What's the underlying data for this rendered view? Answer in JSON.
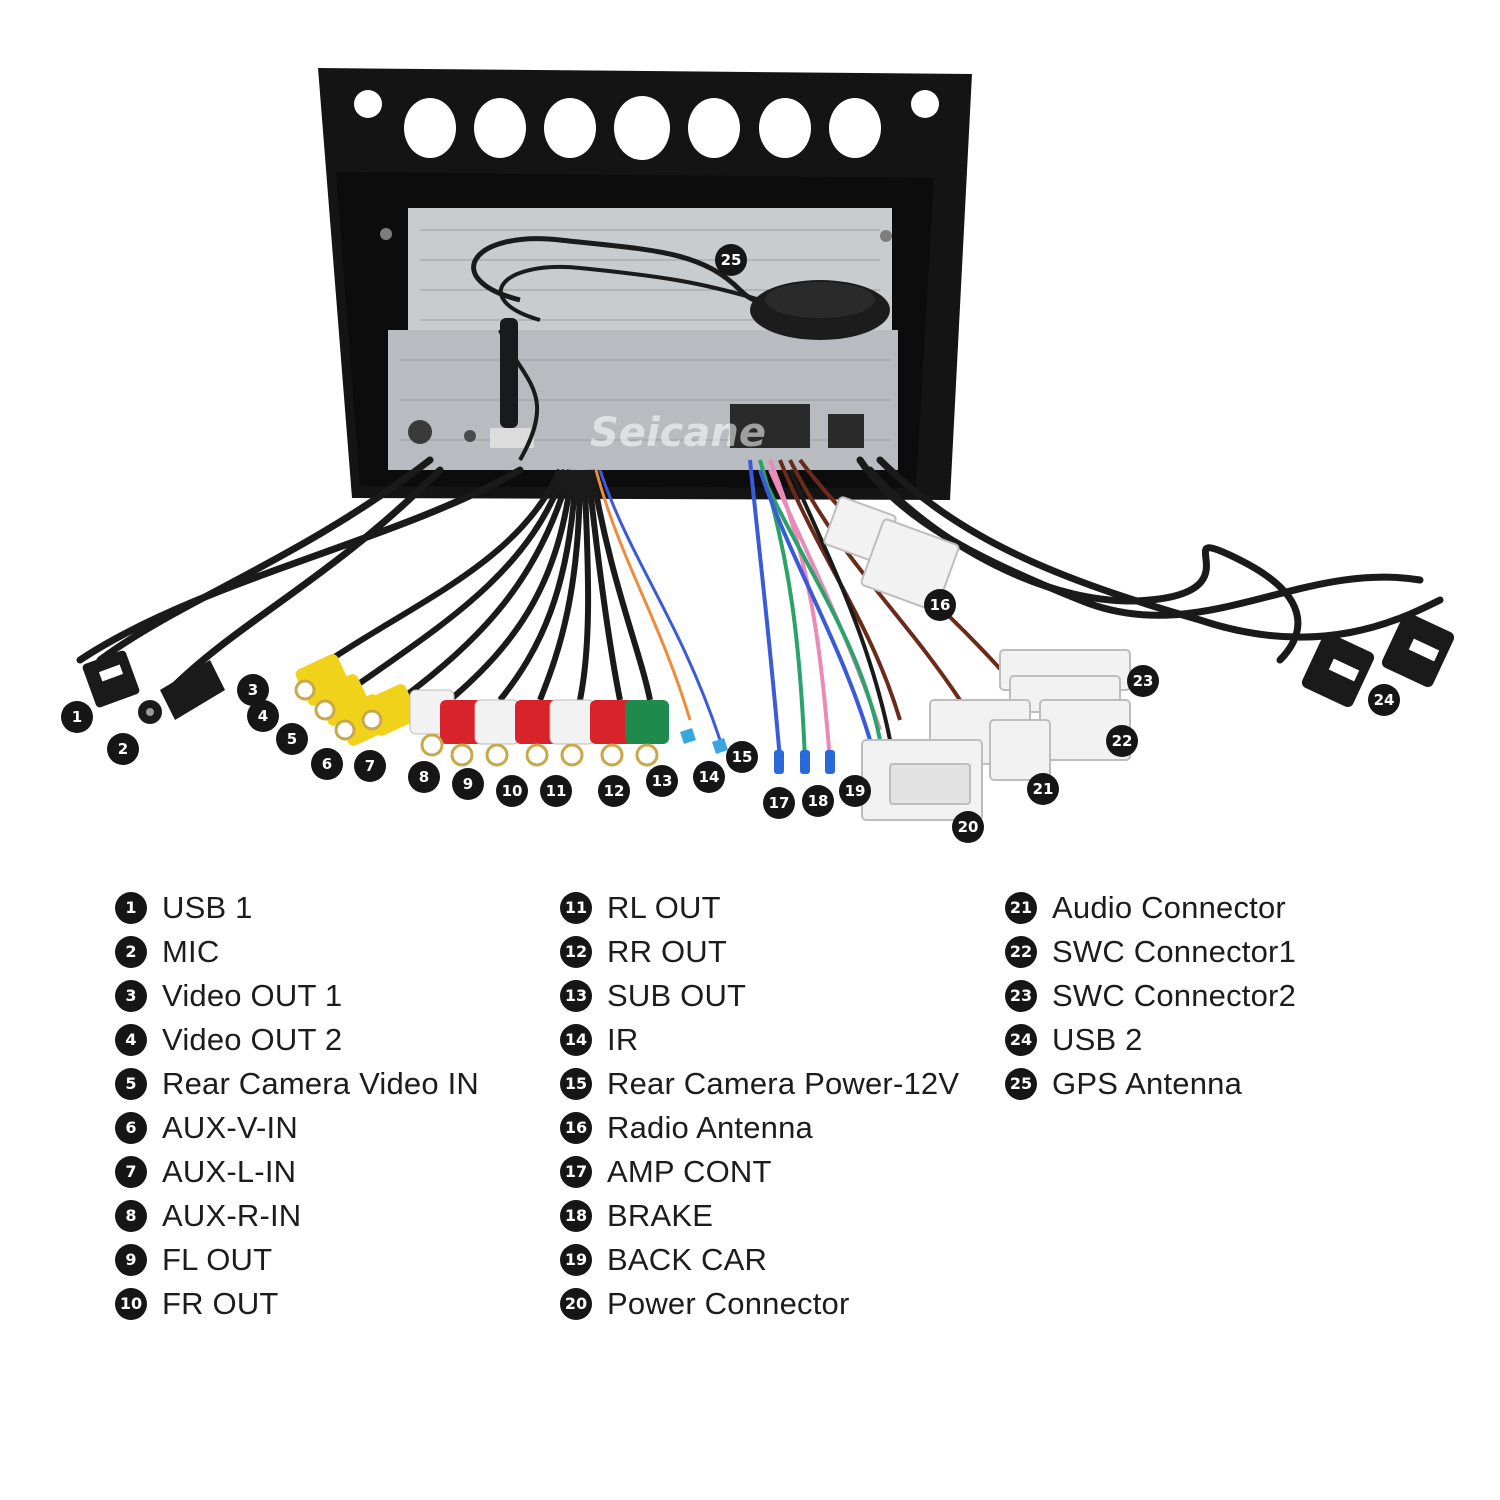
{
  "watermark": "Seicane",
  "colors": {
    "badge": "#161616",
    "frame": "#141414",
    "chassis": "#b8bcc0",
    "cable": "#1a1a1a",
    "rca_yellow": "#f1d21a",
    "rca_white": "#f2f2f2",
    "rca_red": "#d8232a",
    "rca_green": "#1e8a4c",
    "wire_blue": "#3a5bd8",
    "wire_green": "#2aa36a",
    "wire_pink": "#e98ab8",
    "wire_brown": "#6b2a1a",
    "wire_orange": "#ef8b3a"
  },
  "callouts": [
    "1",
    "2",
    "3",
    "4",
    "5",
    "6",
    "7",
    "8",
    "9",
    "10",
    "11",
    "12",
    "13",
    "14",
    "15",
    "16",
    "17",
    "18",
    "19",
    "20",
    "21",
    "22",
    "23",
    "24",
    "25"
  ],
  "legend": [
    {
      "num": "1",
      "label": "USB 1"
    },
    {
      "num": "2",
      "label": "MIC"
    },
    {
      "num": "3",
      "label": "Video OUT 1"
    },
    {
      "num": "4",
      "label": "Video OUT 2"
    },
    {
      "num": "5",
      "label": "Rear Camera Video IN"
    },
    {
      "num": "6",
      "label": "AUX-V-IN"
    },
    {
      "num": "7",
      "label": "AUX-L-IN"
    },
    {
      "num": "8",
      "label": "AUX-R-IN"
    },
    {
      "num": "9",
      "label": "FL OUT"
    },
    {
      "num": "10",
      "label": "FR OUT"
    },
    {
      "num": "11",
      "label": "RL OUT"
    },
    {
      "num": "12",
      "label": "RR OUT"
    },
    {
      "num": "13",
      "label": "SUB OUT"
    },
    {
      "num": "14",
      "label": "IR"
    },
    {
      "num": "15",
      "label": "Rear Camera Power-12V"
    },
    {
      "num": "16",
      "label": "Radio Antenna"
    },
    {
      "num": "17",
      "label": "AMP CONT"
    },
    {
      "num": "18",
      "label": "BRAKE"
    },
    {
      "num": "19",
      "label": "BACK CAR"
    },
    {
      "num": "20",
      "label": "Power Connector"
    },
    {
      "num": "21",
      "label": "Audio Connector"
    },
    {
      "num": "22",
      "label": "SWC Connector1"
    },
    {
      "num": "23",
      "label": "SWC Connector2"
    },
    {
      "num": "24",
      "label": "USB 2"
    },
    {
      "num": "25",
      "label": "GPS Antenna"
    }
  ]
}
